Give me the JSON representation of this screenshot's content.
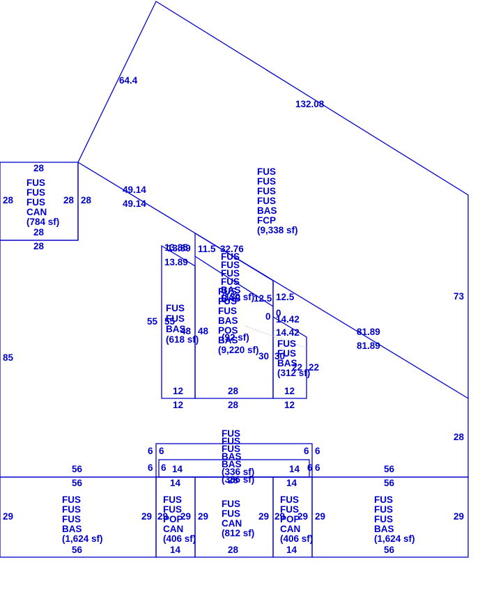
{
  "sketch": {
    "line_color": "#0000cc",
    "dimensions": {
      "top_left_diag": "64.4",
      "top_right_diag": "132.08",
      "right_upper": "73",
      "right_lower": "28",
      "left_total": "85",
      "main_diag_a": "49.14",
      "main_diag_b": "49.14",
      "main_diag_c": "81.89",
      "main_diag_d": "81.89",
      "can_top_a": "28",
      "can_left": "28",
      "can_right_a": "28",
      "can_right_b": "28",
      "can_bottom_a": "28",
      "can_bottom_b": "28",
      "bottom_56_a": "56",
      "bottom_56_b": "56",
      "bottom_56_c": "56",
      "bottom_56_d": "56",
      "bottom_56_e": "56",
      "bottom_56_f": "56",
      "bottom_left_29": "29",
      "bottom_right_29": "29",
      "mid_13_85": "13.85",
      "mid_13_89_a": "13.89",
      "mid_13_89_b": "13.89",
      "mid_11_5": "11.5",
      "mid_32_76": "32.76",
      "mid_55_a": "55",
      "mid_55_b": "55",
      "mid_48_a": "48",
      "mid_48_b": "48",
      "mid_12_5": "12.5",
      "mid_0": "0",
      "mid_14_42_a": "14.42",
      "mid_14_42_b": "14.42",
      "mid_30_a": "30",
      "mid_30_b": "30",
      "mid_22_a": "22",
      "mid_22_b": "22",
      "mid_12_a": "12",
      "mid_12_b": "12",
      "mid_12_c": "12",
      "mid_12_d": "12",
      "mid_28_a": "28",
      "mid_28_b": "28",
      "lower_6_a": "6",
      "lower_6_b": "6",
      "lower_6_c": "6",
      "lower_6_d": "6",
      "lower_6_e": "6",
      "lower_6_f": "6",
      "lower_6_g": "6",
      "lower_6_h": "6",
      "lower_14_a": "14",
      "lower_14_b": "14",
      "lower_14_c": "14",
      "lower_14_d": "14",
      "lower_14_e": "14",
      "lower_14_f": "14",
      "lower_28_a": "28",
      "lower_28_b": "28",
      "lower_29_a": "29",
      "lower_29_b": "29",
      "lower_29_c": "29",
      "lower_29_d": "29",
      "lower_29_e": "29",
      "lower_29_f": "29",
      "lower_29_g": "29",
      "lower_29_h": "29"
    },
    "areas": {
      "main_block": [
        "FUS",
        "FUS",
        "FUS",
        "FUS",
        "BAS",
        "FCP",
        "(9,338 sf)"
      ],
      "can_block": [
        "FUS",
        "FUS",
        "FUS",
        "CAN",
        "(784 sf)"
      ],
      "left_bas_618": [
        "FUS",
        "FUS",
        "BAS",
        "(618 sf)"
      ],
      "center_9220": [
        "FUS",
        "FUS",
        "FUS",
        "BAS",
        "POS",
        "BAS",
        "(9,220 sf)"
      ],
      "center_overlap_a": [
        "FUS",
        "FUS",
        "FUS",
        "FUS",
        "BAS",
        "BAS"
      ],
      "center_overlap_b": [
        "(130 sf)",
        "(92 sf)"
      ],
      "right_bas_312": [
        "FUS",
        "FUS",
        "BAS",
        "(312 sf)"
      ],
      "lower_center_stack": [
        "FUS",
        "FUS",
        "FUS",
        "BAS",
        "BAS",
        "(336 sf)",
        "(386 sf)"
      ],
      "bottom_left_1624": [
        "FUS",
        "FUS",
        "FUS",
        "BAS",
        "(1,624 sf)"
      ],
      "bottom_left_por": [
        "FUS",
        "FUS",
        "POP",
        "CAN",
        "(406 sf)"
      ],
      "bottom_center_812": [
        "FUS",
        "FUS",
        "CAN",
        "(812 sf)"
      ],
      "bottom_right_por": [
        "FUS",
        "FUS",
        "POP",
        "CAN",
        "(406 sf)"
      ],
      "bottom_right_1624": [
        "FUS",
        "FUS",
        "FUS",
        "BAS",
        "(1,624 sf)"
      ]
    }
  }
}
